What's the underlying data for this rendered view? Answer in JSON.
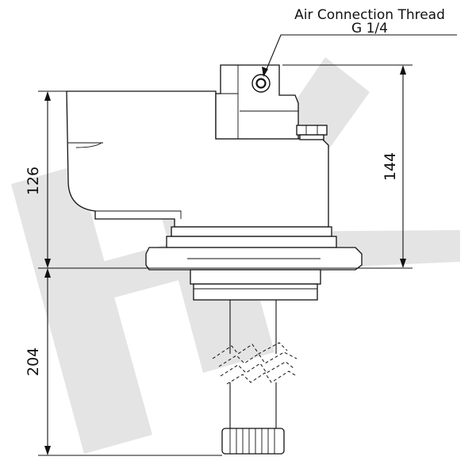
{
  "callout": {
    "line1": "Air Connection Thread",
    "line2": "G 1/4"
  },
  "dimensions": {
    "upper_left": "126",
    "upper_right": "144",
    "lower_left": "204"
  },
  "watermark": {
    "description_icon": "hk-logo-watermark",
    "color": "#e4e4e4"
  }
}
